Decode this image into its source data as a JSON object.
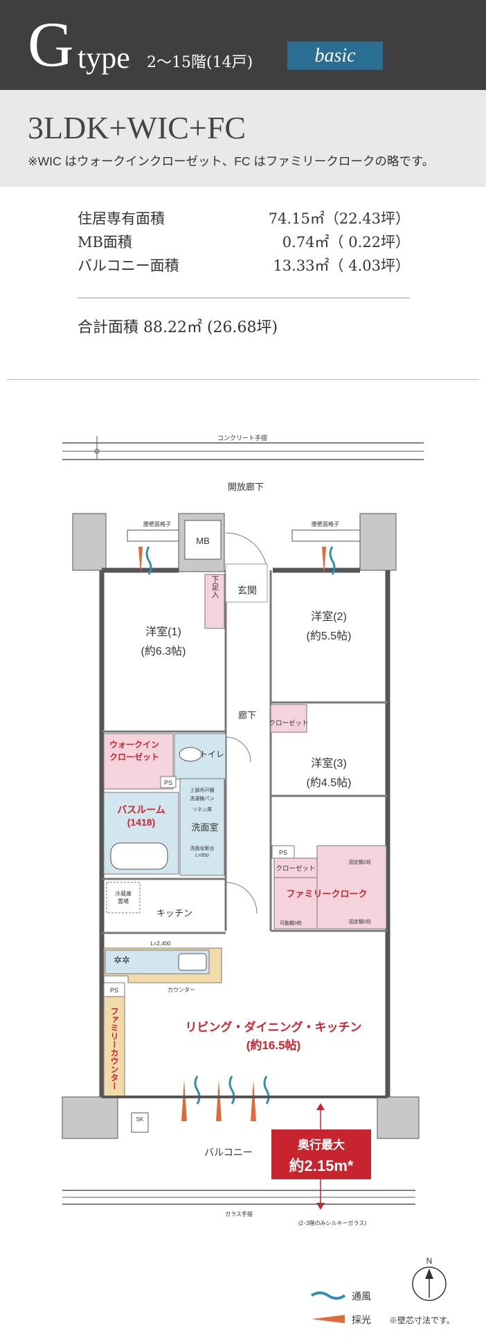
{
  "header": {
    "type_letter": "G",
    "type_word": "type",
    "floors": "2〜15階(14戸)",
    "badge": "basic"
  },
  "plan": {
    "layout": "3LDK+WIC+FC",
    "note": "※WIC はウォークインクローゼット、FC はファミリークロークの略です。"
  },
  "areas": [
    {
      "label": "住居専有面積",
      "value": "74.15㎡（22.43坪）"
    },
    {
      "label": "MB面積",
      "value": "0.74㎡（ 0.22坪）"
    },
    {
      "label": "バルコニー面積",
      "value": "13.33㎡（ 4.03坪）"
    }
  ],
  "total": "合計面積 88.22㎡ (26.68坪)",
  "floorplan": {
    "concrete_rail": "コンクリート手摺",
    "open_corridor": "開放廊下",
    "mb": "MB",
    "entrance": "玄関",
    "shoe_box": "下足入",
    "room1_name": "洋室(1)",
    "room1_size": "(約6.3帖)",
    "room2_name": "洋室(2)",
    "room2_size": "(約5.5帖)",
    "room3_name": "洋室(3)",
    "room3_size": "(約4.5帖)",
    "hallway": "廊下",
    "closet": "クローゼット",
    "closet2": "クローゼット",
    "wic_line1": "ウォークイン",
    "wic_line2": "クローゼット",
    "toilet": "トイレ",
    "ps": "PS",
    "bath_line1": "バスルーム",
    "bath_line2": "(1418)",
    "washroom": "洗面室",
    "upper_cabinet": "上部吊戸棚",
    "washer_pan": "洗濯機パン",
    "linen": "リネン庫",
    "vanity": "洗面化粧台",
    "vanity_size": "L=950",
    "fridge_line1": "冷蔵庫",
    "fridge_line2": "置場",
    "kitchen": "キッチン",
    "kitchen_length": "L=2,400",
    "counter": "カウンター",
    "family_counter": "ファミリーカウンター",
    "family_cloak": "ファミリークローク",
    "fixed_shelf1": "固定棚2段",
    "fixed_shelf2": "固定棚2段",
    "movable_shelf": "可動棚3枚",
    "ldk_name": "リビング・ダイニング・キッチン",
    "ldk_size": "(約16.5帖)",
    "vent_window": "腰壁面格子",
    "sk": "SK",
    "balcony": "バルコニー",
    "depth_line1": "奥行最大",
    "depth_line2": "約2.15m*",
    "glass_rail": "ガラス手摺",
    "glass_note": "(2･3階のみシルキーガラス)",
    "compass": "N"
  },
  "legend": {
    "ventilation": "通風",
    "lighting": "採光",
    "footnote": "※壁芯寸法です。"
  },
  "colors": {
    "header_bg": "#3f3f3f",
    "badge_bg": "#2a6f93",
    "pink_room": "#f5d3dc",
    "blue_room": "#d2e6ef",
    "counter_yellow": "#f2dba8",
    "accent_red": "#c8242d",
    "wind_blue": "#2f8fb0",
    "light_orange": "#e06b3a"
  }
}
